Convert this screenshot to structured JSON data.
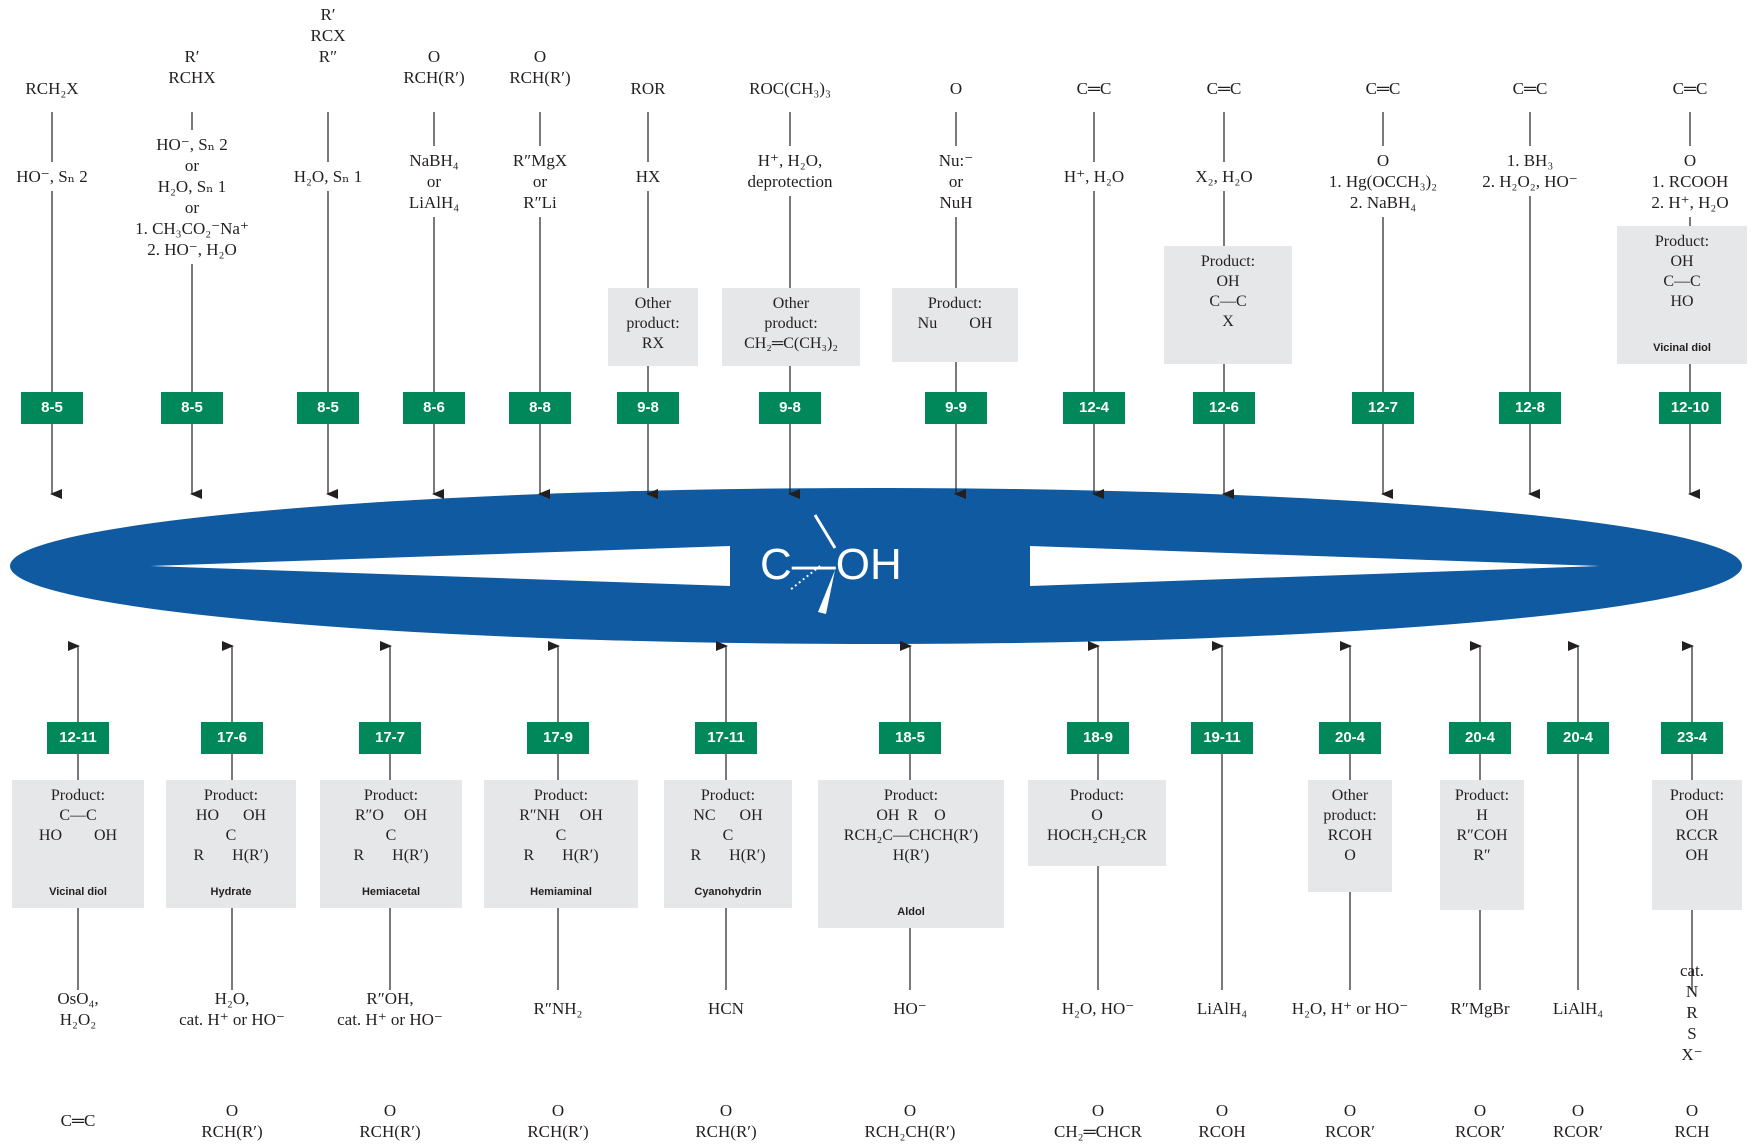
{
  "center": {
    "label": "C—OH"
  },
  "top": [
    {
      "id": "8-5a",
      "tag": "8-5",
      "reactant": [
        "RCH₂X"
      ],
      "conditions": [
        "HO⁻, Sₙ 2"
      ],
      "box": null
    },
    {
      "id": "8-5b",
      "tag": "8-5",
      "reactant": [
        "R′",
        "RCHX"
      ],
      "conditions": [
        "HO⁻, Sₙ 2",
        "or",
        "H₂O, Sₙ 1",
        "or",
        "1. CH₃CO₂⁻Na⁺",
        "2. HO⁻, H₂O"
      ],
      "box": null
    },
    {
      "id": "8-5c",
      "tag": "8-5",
      "reactant": [
        "R′",
        "RCX",
        "R″"
      ],
      "conditions": [
        "H₂O, Sₙ 1"
      ],
      "box": null
    },
    {
      "id": "8-6",
      "tag": "8-6",
      "reactant": [
        "O",
        "RCH(R′)"
      ],
      "conditions": [
        "NaBH₄",
        "or",
        "LiAlH₄"
      ],
      "box": null
    },
    {
      "id": "8-8",
      "tag": "8-8",
      "reactant": [
        "O",
        "RCH(R′)"
      ],
      "conditions": [
        "R″MgX",
        "or",
        "R″Li"
      ],
      "box": null
    },
    {
      "id": "9-8a",
      "tag": "9-8",
      "reactant": [
        "ROR"
      ],
      "conditions": [
        "HX"
      ],
      "box": {
        "lines": [
          "Other",
          "product:",
          "RX"
        ],
        "caption": ""
      }
    },
    {
      "id": "9-8b",
      "tag": "9-8",
      "reactant": [
        "ROC(CH₃)₃"
      ],
      "conditions": [
        "H⁺, H₂O,",
        "deprotection"
      ],
      "box": {
        "lines": [
          "Other",
          "product:",
          "CH₂═C(CH₃)₂"
        ],
        "caption": ""
      }
    },
    {
      "id": "9-9",
      "tag": "9-9",
      "reactant": [
        "O"
      ],
      "conditions": [
        "Nu:⁻",
        "or",
        "NuH"
      ],
      "box": {
        "lines": [
          "Product:",
          "Nu        OH"
        ],
        "caption": ""
      }
    },
    {
      "id": "12-4",
      "tag": "12-4",
      "reactant": [
        "C═C"
      ],
      "conditions": [
        "H⁺, H₂O"
      ],
      "box": null
    },
    {
      "id": "12-6",
      "tag": "12-6",
      "reactant": [
        "C═C"
      ],
      "conditions": [
        "X₂, H₂O"
      ],
      "box": {
        "lines": [
          "Product:",
          "OH",
          "C—C",
          "X"
        ],
        "caption": ""
      }
    },
    {
      "id": "12-7",
      "tag": "12-7",
      "reactant": [
        "C═C"
      ],
      "conditions": [
        "O",
        "1. Hg(OCCH₃)₂",
        "2. NaBH₄"
      ],
      "box": null
    },
    {
      "id": "12-8",
      "tag": "12-8",
      "reactant": [
        "C═C"
      ],
      "conditions": [
        "1. BH₃",
        "2. H₂O₂, HO⁻"
      ],
      "box": null
    },
    {
      "id": "12-10",
      "tag": "12-10",
      "reactant": [
        "C═C"
      ],
      "conditions": [
        "O",
        "1. RCOOH",
        "2. H⁺, H₂O"
      ],
      "box": {
        "lines": [
          "Product:",
          "OH",
          "C—C",
          "HO"
        ],
        "caption": "Vicinal diol"
      }
    }
  ],
  "bottom": [
    {
      "id": "12-11",
      "tag": "12-11",
      "reagents": [
        "OsO₄,",
        "H₂O₂"
      ],
      "start": [
        "C═C"
      ],
      "box": {
        "lines": [
          "Product:",
          "C—C",
          "HO        OH"
        ],
        "caption": "Vicinal diol"
      }
    },
    {
      "id": "17-6",
      "tag": "17-6",
      "reagents": [
        "H₂O,",
        "cat. H⁺ or HO⁻"
      ],
      "start": [
        "O",
        "RCH(R′)"
      ],
      "box": {
        "lines": [
          "Product:",
          "HO      OH",
          "C",
          "R       H(R′)"
        ],
        "caption": "Hydrate"
      }
    },
    {
      "id": "17-7",
      "tag": "17-7",
      "reagents": [
        "R″OH,",
        "cat. H⁺ or HO⁻"
      ],
      "start": [
        "O",
        "RCH(R′)"
      ],
      "box": {
        "lines": [
          "Product:",
          "R″O     OH",
          "C",
          "R       H(R′)"
        ],
        "caption": "Hemiacetal"
      }
    },
    {
      "id": "17-9",
      "tag": "17-9",
      "reagents": [
        "R″NH₂"
      ],
      "start": [
        "O",
        "RCH(R′)"
      ],
      "box": {
        "lines": [
          "Product:",
          "R″NH     OH",
          "C",
          "R       H(R′)"
        ],
        "caption": "Hemiaminal"
      }
    },
    {
      "id": "17-11",
      "tag": "17-11",
      "reagents": [
        "HCN"
      ],
      "start": [
        "O",
        "RCH(R′)"
      ],
      "box": {
        "lines": [
          "Product:",
          "NC      OH",
          "C",
          "R       H(R′)"
        ],
        "caption": "Cyanohydrin"
      }
    },
    {
      "id": "18-5",
      "tag": "18-5",
      "reagents": [
        "HO⁻"
      ],
      "start": [
        "O",
        "RCH₂CH(R′)"
      ],
      "box": {
        "lines": [
          "Product:",
          "OH  R    O",
          "RCH₂C—CHCH(R′)",
          "H(R′)"
        ],
        "caption": "Aldol"
      }
    },
    {
      "id": "18-9",
      "tag": "18-9",
      "reagents": [
        "H₂O, HO⁻"
      ],
      "start": [
        "O",
        "CH₂═CHCR"
      ],
      "box": {
        "lines": [
          "Product:",
          "O",
          "HOCH₂CH₂CR"
        ],
        "caption": ""
      }
    },
    {
      "id": "19-11",
      "tag": "19-11",
      "reagents": [
        "LiAlH₄"
      ],
      "start": [
        "O",
        "RCOH"
      ],
      "box": null
    },
    {
      "id": "20-4a",
      "tag": "20-4",
      "reagents": [
        "H₂O, H⁺ or HO⁻"
      ],
      "start": [
        "O",
        "RCOR′"
      ],
      "box": {
        "lines": [
          "Other",
          "product:",
          "RCOH",
          "O"
        ],
        "caption": ""
      }
    },
    {
      "id": "20-4b",
      "tag": "20-4",
      "reagents": [
        "R″MgBr"
      ],
      "start": [
        "O",
        "RCOR′"
      ],
      "box": {
        "lines": [
          "Product:",
          "H",
          "R″COH",
          "R″"
        ],
        "caption": ""
      }
    },
    {
      "id": "20-4c",
      "tag": "20-4",
      "reagents": [
        "LiAlH₄"
      ],
      "start": [
        "O",
        "RCOR′"
      ],
      "box": null
    },
    {
      "id": "23-4",
      "tag": "23-4",
      "reagents": [
        "cat.",
        "N",
        "R",
        "S",
        "X⁻"
      ],
      "start": [
        "O",
        "RCH"
      ],
      "box": {
        "lines": [
          "Product:",
          "OH",
          "RCCR",
          "OH"
        ],
        "caption": ""
      }
    }
  ],
  "colors": {
    "ellipse": "#0f5aa0",
    "tag": "#00875a",
    "box": "#e6e7e8"
  }
}
